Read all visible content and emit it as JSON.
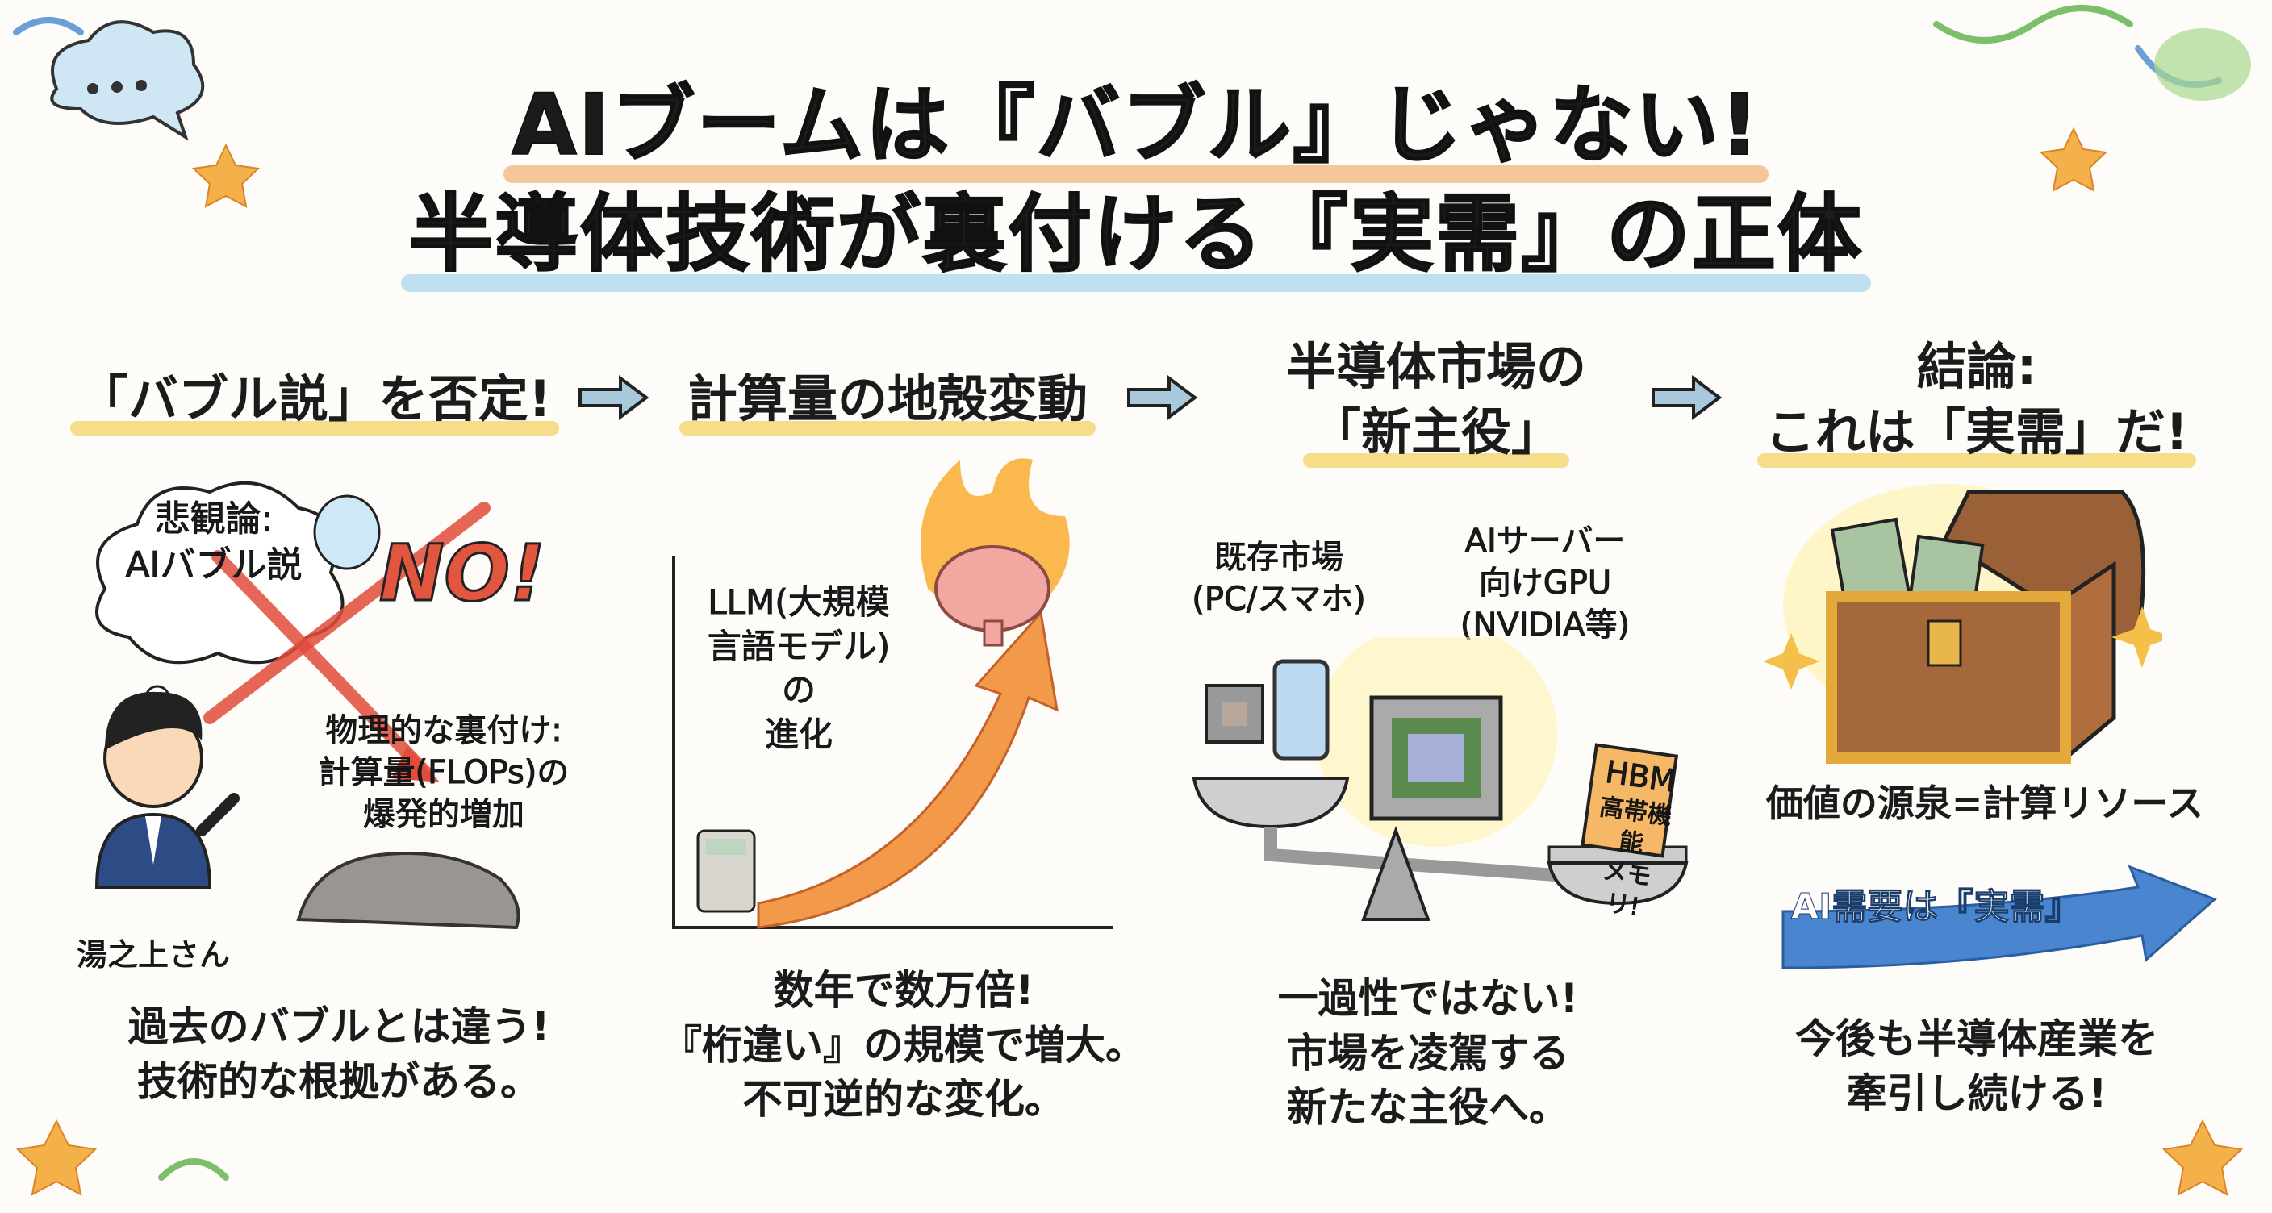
{
  "title": {
    "line1": "AIブームは『バブル』じゃない!",
    "line2": "半導体技術が裏付ける『実需』の正体"
  },
  "steps": [
    {
      "header": [
        "「バブル説」を否定!"
      ]
    },
    {
      "header": [
        "計算量の地殻変動"
      ]
    },
    {
      "header": [
        "半導体市場の",
        "「新主役」"
      ]
    },
    {
      "header": [
        "結論:",
        "これは「実需」だ!"
      ]
    }
  ],
  "col1": {
    "cloud": [
      "悲観論:",
      "AIバブル説"
    ],
    "no": "NO!",
    "evidence": [
      "物理的な裏付け:",
      "計算量(FLOPs)の",
      "爆発的増加"
    ],
    "person": "湯之上さん",
    "bottom": [
      "過去のバブルとは違う!",
      "技術的な根拠がある。"
    ]
  },
  "col2": {
    "label": [
      "LLM(大規模",
      "言語モデル)の",
      "進化"
    ],
    "bottom": [
      "数年で数万倍!",
      "『桁違い』の規模で増大。",
      "不可逆的な変化。"
    ]
  },
  "col3": {
    "existing": [
      "既存市場",
      "(PC/スマホ)"
    ],
    "gpu": [
      "AIサーバー",
      "向けGPU",
      "(NVIDIA等)"
    ],
    "hbm": [
      "HBM",
      "高帯機能",
      "メモリ!"
    ],
    "bottom": [
      "一過性ではない!",
      "市場を凌駕する",
      "新たな主役へ。"
    ]
  },
  "col4": {
    "value": "価値の源泉=計算リソース",
    "arrow": "AI需要は『実需』",
    "bottom": [
      "今後も半導体産業を",
      "牽引し続ける!"
    ]
  }
}
